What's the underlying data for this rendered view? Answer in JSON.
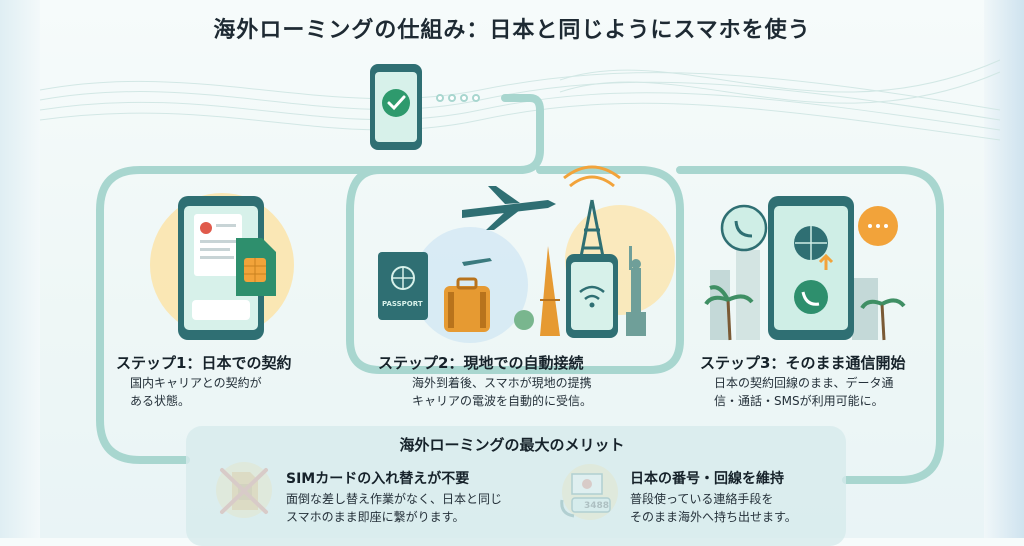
{
  "title": "海外ローミングの仕組み：日本と同じようにスマホを使う",
  "steps": [
    {
      "label": "ステップ1：日本での契約",
      "desc1": "国内キャリアとの契約が",
      "desc2": "ある状態。"
    },
    {
      "label": "ステップ2：現地での自動接続",
      "desc1": "海外到着後、スマホが現地の提携",
      "desc2": "キャリアの電波を自動的に受信。"
    },
    {
      "label": "ステップ3：そのまま通信開始",
      "desc1": "日本の契約回線のまま、データ通",
      "desc2": "信・通話・SMSが利用可能に。"
    }
  ],
  "merit": {
    "title": "海外ローミングの最大のメリット",
    "items": [
      {
        "heading": "SIMカードの入れ替えが不要",
        "desc1": "面倒な差し替え作業がなく、日本と同じ",
        "desc2": "スマホのまま即座に繋がります。"
      },
      {
        "heading": "日本の番号・回線を維持",
        "desc1": "普段使っている連絡手段を",
        "desc2": "そのまま海外へ持ち出せます。"
      }
    ]
  },
  "illustration": {
    "passport_text": "PASSPORT",
    "phone_number_text": "3488"
  },
  "colors": {
    "flow_line": "#9fd0c9",
    "phone_body": "#2f6f73",
    "screen": "#cfeee6",
    "accent_orange": "#f2a33a",
    "accent_green": "#2e8f6d",
    "sun": "#fde2a4",
    "check_green": "#2e9a6d"
  }
}
